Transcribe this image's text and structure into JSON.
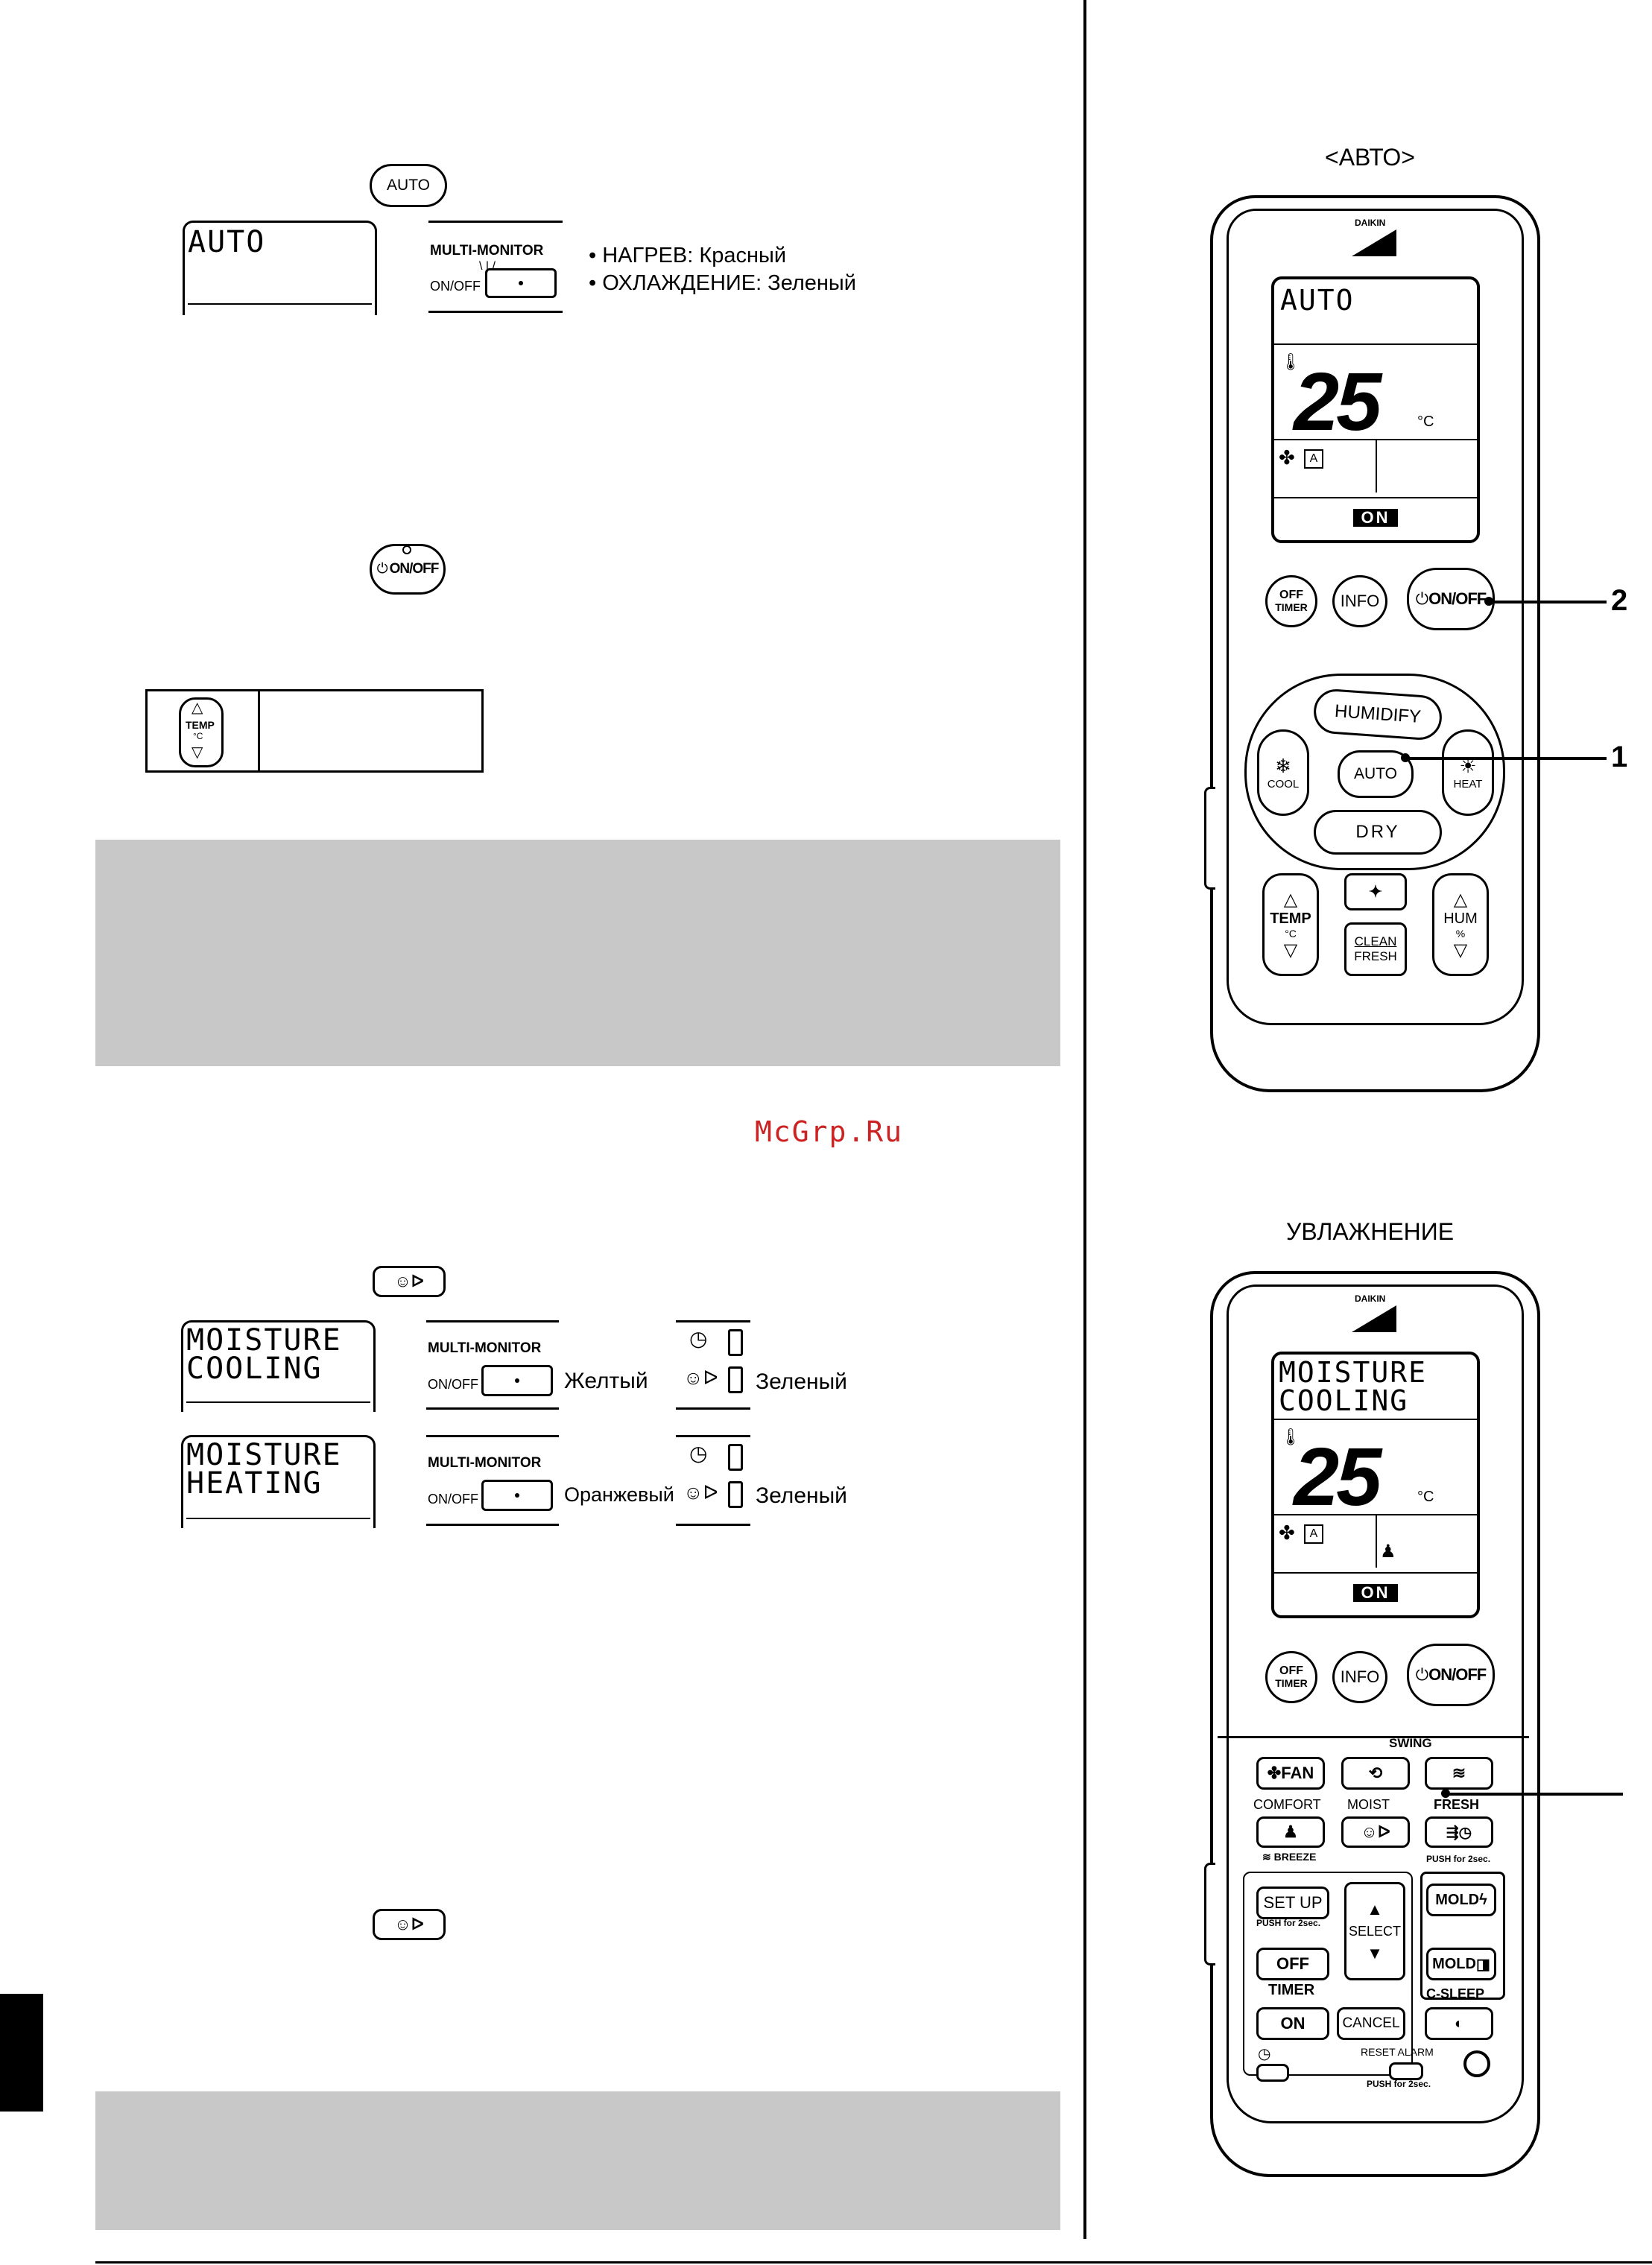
{
  "auto_section": {
    "auto_button": "AUTO",
    "lcd_text": "AUTO",
    "multimonitor_label": "MULTI-MONITOR",
    "onoff_label": "ON/OFF",
    "bullets": [
      "• НАГРЕВ: Красный",
      "• ОХЛАЖДЕНИЕ: Зеленый"
    ],
    "onoff_button": "ON/OFF",
    "temp_label": "TEMP",
    "temp_unit": "°C"
  },
  "watermark": "McGrp.Ru",
  "moist_section": {
    "lcd_cool": [
      "MOISTURE",
      "COOLING"
    ],
    "lcd_heat": [
      "MOISTURE",
      "HEATING"
    ],
    "multimonitor_label": "MULTI-MONITOR",
    "onoff_label": "ON/OFF",
    "color_yellow": "Желтый",
    "color_orange": "Оранжевый",
    "color_green_1": "Зеленый",
    "color_green_2": "Зеленый"
  },
  "remote_auto": {
    "caption": "<АВТО>",
    "brand": "DAIKIN",
    "lcd_mode": "AUTO",
    "temp_value": "25",
    "temp_unit": "°C",
    "fan_label": "A",
    "on_badge": "ON",
    "btn_off_timer": [
      "OFF",
      "TIMER"
    ],
    "btn_info": "INFO",
    "btn_onoff": "ON/OFF",
    "btn_humidify": "HUMIDIFY",
    "btn_cool": "COOL",
    "btn_auto": "AUTO",
    "btn_heat": "HEAT",
    "btn_dry": "DRY",
    "btn_temp": [
      "TEMP",
      "°C"
    ],
    "btn_clean_fresh": [
      "CLEAN",
      "FRESH"
    ],
    "btn_hum": [
      "HUM",
      "%"
    ],
    "callout_1": "1",
    "callout_2": "2"
  },
  "remote_moist": {
    "caption": "УВЛАЖНЕНИЕ",
    "brand": "DAIKIN",
    "lcd_line1": "MOISTURE",
    "lcd_line2": "COOLING",
    "temp_value": "25",
    "temp_unit": "°C",
    "fan_label": "A",
    "on_badge": "ON",
    "btn_off_timer": [
      "OFF",
      "TIMER"
    ],
    "btn_info": "INFO",
    "btn_onoff": "ON/OFF",
    "swing": "SWING",
    "fan": "FAN",
    "comfort": "COMFORT",
    "moist": "MOIST",
    "fresh": "FRESH",
    "breeze": "BREEZE",
    "push2_a": "PUSH for 2sec.",
    "setup": "SET UP",
    "push2_b": "PUSH for 2sec.",
    "select": "SELECT",
    "mold1": "MOLD",
    "mold2": "MOLD",
    "off": "OFF",
    "timer": "TIMER",
    "on": "ON",
    "cancel": "CANCEL",
    "csleep": "C-SLEEP",
    "reset_alarm": "RESET ALARM",
    "push2_c": "PUSH for 2sec."
  }
}
